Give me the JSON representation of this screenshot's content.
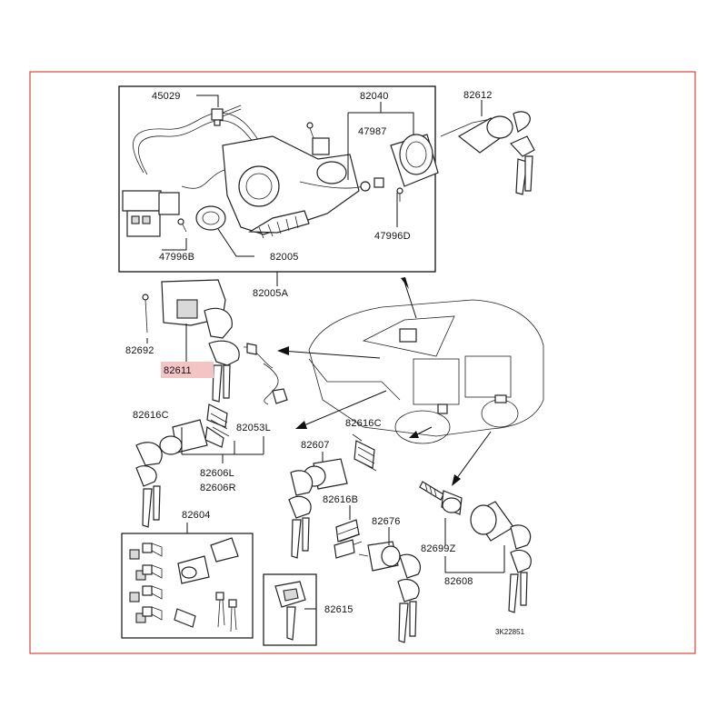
{
  "diagram": {
    "code": "3K22851",
    "highlight_color": "#f4c4c4",
    "border_color": "#d8453a",
    "labels": {
      "p45029": "45029",
      "p82040": "82040",
      "p47987": "47987",
      "p82612": "82612",
      "p47996B": "47996B",
      "p82005": "82005",
      "p47996D": "47996D",
      "p82005A": "82005A",
      "p82692": "82692",
      "p82611": "82611",
      "p82616C_left": "82616C",
      "p82053L": "82053L",
      "p82616C_right": "82616C",
      "p82607": "82607",
      "p82606L": "82606L",
      "p82606R": "82606R",
      "p82616B": "82616B",
      "p82676": "82676",
      "p82604": "82604",
      "p82699Z": "82699Z",
      "p82608": "82608",
      "p82615": "82615"
    }
  }
}
